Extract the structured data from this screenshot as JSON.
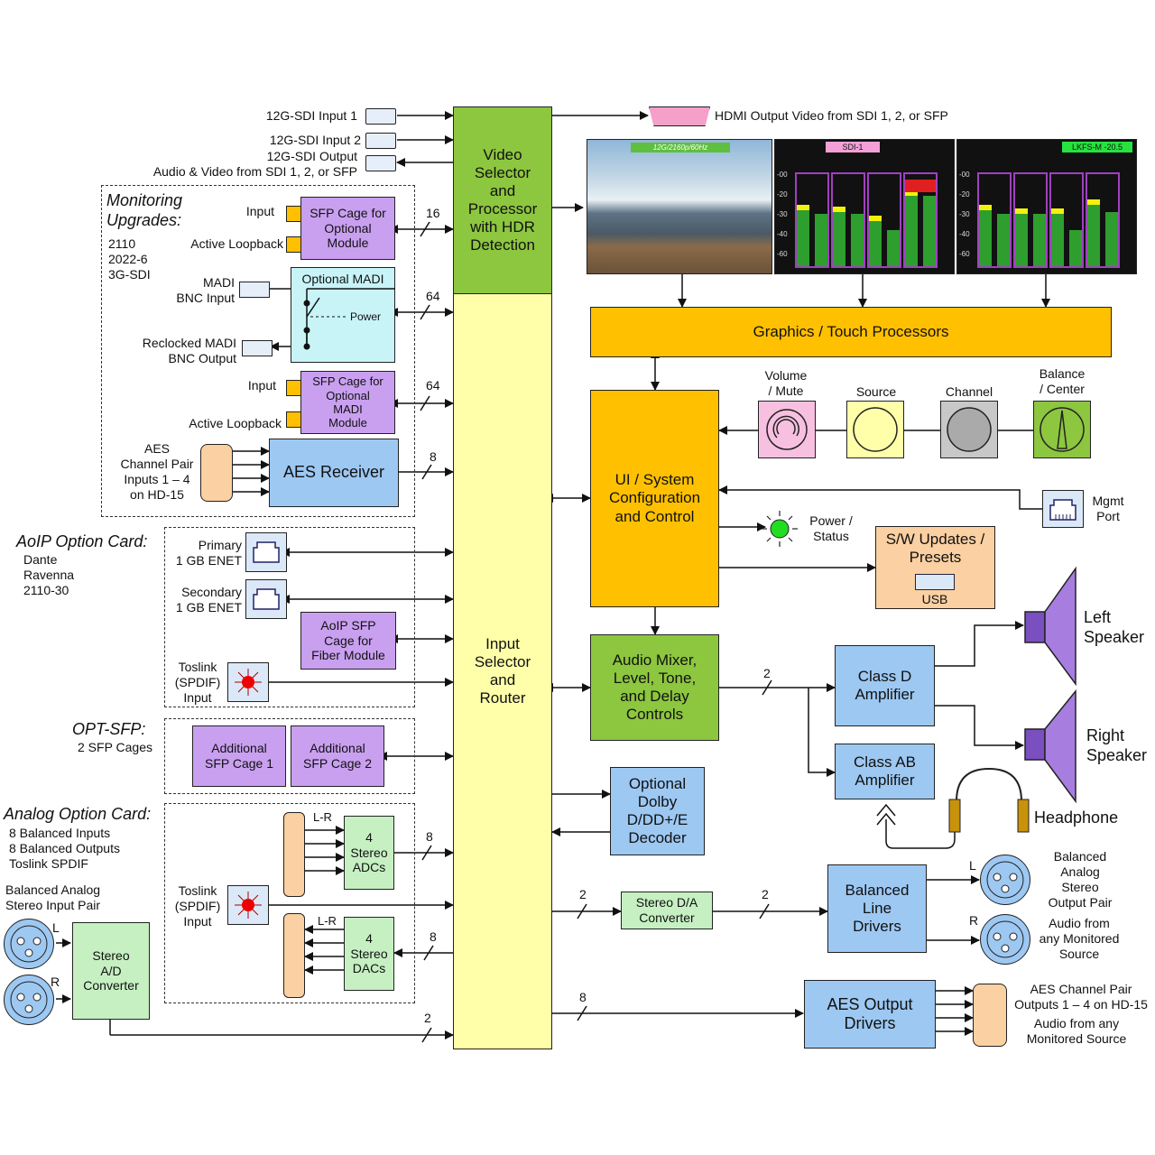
{
  "sdi": {
    "in1": "12G-SDI Input 1",
    "in2": "12G-SDI Input 2",
    "out": "12G-SDI Output\nAudio & Video from SDI 1, 2, or SFP",
    "hdmi": "HDMI Output Video from SDI 1, 2, or SFP"
  },
  "video_selector": "Video\nSelector\nand\nProcessor\nwith HDR\nDetection",
  "input_router": "Input\nSelector\nand\nRouter",
  "screens": {
    "video_caption": "12G/2160p/60Hz",
    "meter1_title": "SDI-1",
    "meter2_title": "LKFS-M  -20.5",
    "scale": [
      "-00",
      "-20",
      "-30",
      "-40",
      "-60"
    ]
  },
  "graphics": "Graphics / Touch Processors",
  "knobs": {
    "volume": "Volume\n/ Mute",
    "source": "Source",
    "channel": "Channel",
    "balance": "Balance\n/ Center"
  },
  "ui": "UI / System\nConfiguration\nand Control",
  "mgmt": "Mgmt\nPort",
  "power": "Power /\nStatus",
  "sw": {
    "title": "S/W Updates /\nPresets",
    "usb": "USB"
  },
  "monitoring": {
    "title": "Monitoring\nUpgrades:",
    "list": "2110\n2022-6\n3G-SDI",
    "input": "Input",
    "loop": "Active Loopback",
    "sfp": "SFP Cage for\nOptional\nModule",
    "madi_in": "MADI\nBNC Input",
    "madi_box": "Optional MADI",
    "madi_power": "Power",
    "madi_out": "Reclocked MADI\nBNC Output",
    "input2": "Input",
    "loop2": "Active Loopback",
    "sfp2": "SFP Cage for\nOptional\nMADI\nModule",
    "aes_in": "AES\nChannel Pair\nInputs 1 – 4\non HD-15",
    "aes_rx": "AES Receiver"
  },
  "aoip": {
    "title": "AoIP Option Card:",
    "list": "Dante\nRavenna\n2110-30",
    "primary": "Primary\n1 GB ENET",
    "secondary": "Secondary\n1 GB ENET",
    "sfp": "AoIP SFP\nCage for\nFiber Module",
    "toslink": "Toslink\n(SPDIF)\nInput"
  },
  "opt_sfp": {
    "title": "OPT-SFP:",
    "list": "2 SFP Cages",
    "cage1": "Additional\nSFP Cage 1",
    "cage2": "Additional\nSFP Cage 2"
  },
  "analog": {
    "title": "Analog Option Card:",
    "list": "8 Balanced Inputs\n8 Balanced Outputs\nToslink SPDIF",
    "adc": "4\nStereo\nADCs",
    "dac": "4\nStereo\nDACs",
    "lr": "L-R",
    "toslink": "Toslink\n(SPDIF)\nInput",
    "bal_in": "Balanced Analog\nStereo Input Pair",
    "l": "L",
    "r": "R",
    "ad": "Stereo\nA/D\nConverter"
  },
  "mixer": "Audio Mixer,\nLevel, Tone,\nand Delay\nControls",
  "classd": "Class D\nAmplifier",
  "classab": "Class AB\nAmplifier",
  "left": "Left\nSpeaker",
  "right": "Right\nSpeaker",
  "headphone": "Headphone",
  "dolby": "Optional\nDolby\nD/DD+/E\nDecoder",
  "da": "Stereo D/A\nConverter",
  "bld": "Balanced\nLine\nDrivers",
  "bal_out": "Balanced\nAnalog\nStereo\nOutput Pair",
  "audio_from": "Audio from\nany Monitored\nSource",
  "aes_out": "AES Output\nDrivers",
  "aes_out_lbl": "AES Channel Pair\nOutputs 1 – 4  on HD-15",
  "aes_out_lbl2": "Audio from any\nMonitored Source",
  "bus": {
    "b16": "16",
    "b64a": "64",
    "b64b": "64",
    "b8a": "8",
    "b8b": "8",
    "b8c": "8",
    "b2a": "2",
    "b2b": "2",
    "b2c": "2",
    "b2d": "2",
    "b8d": "8"
  },
  "colors": {
    "green": "#8dc63f",
    "yellow": "#ffffaa",
    "orange": "#ffc000",
    "purple": "#c9a0f0",
    "blue": "#9dc8f2",
    "lightgreen": "#c6f0c2",
    "cyan": "#c8f4f8",
    "peach": "#fbd0a2"
  }
}
